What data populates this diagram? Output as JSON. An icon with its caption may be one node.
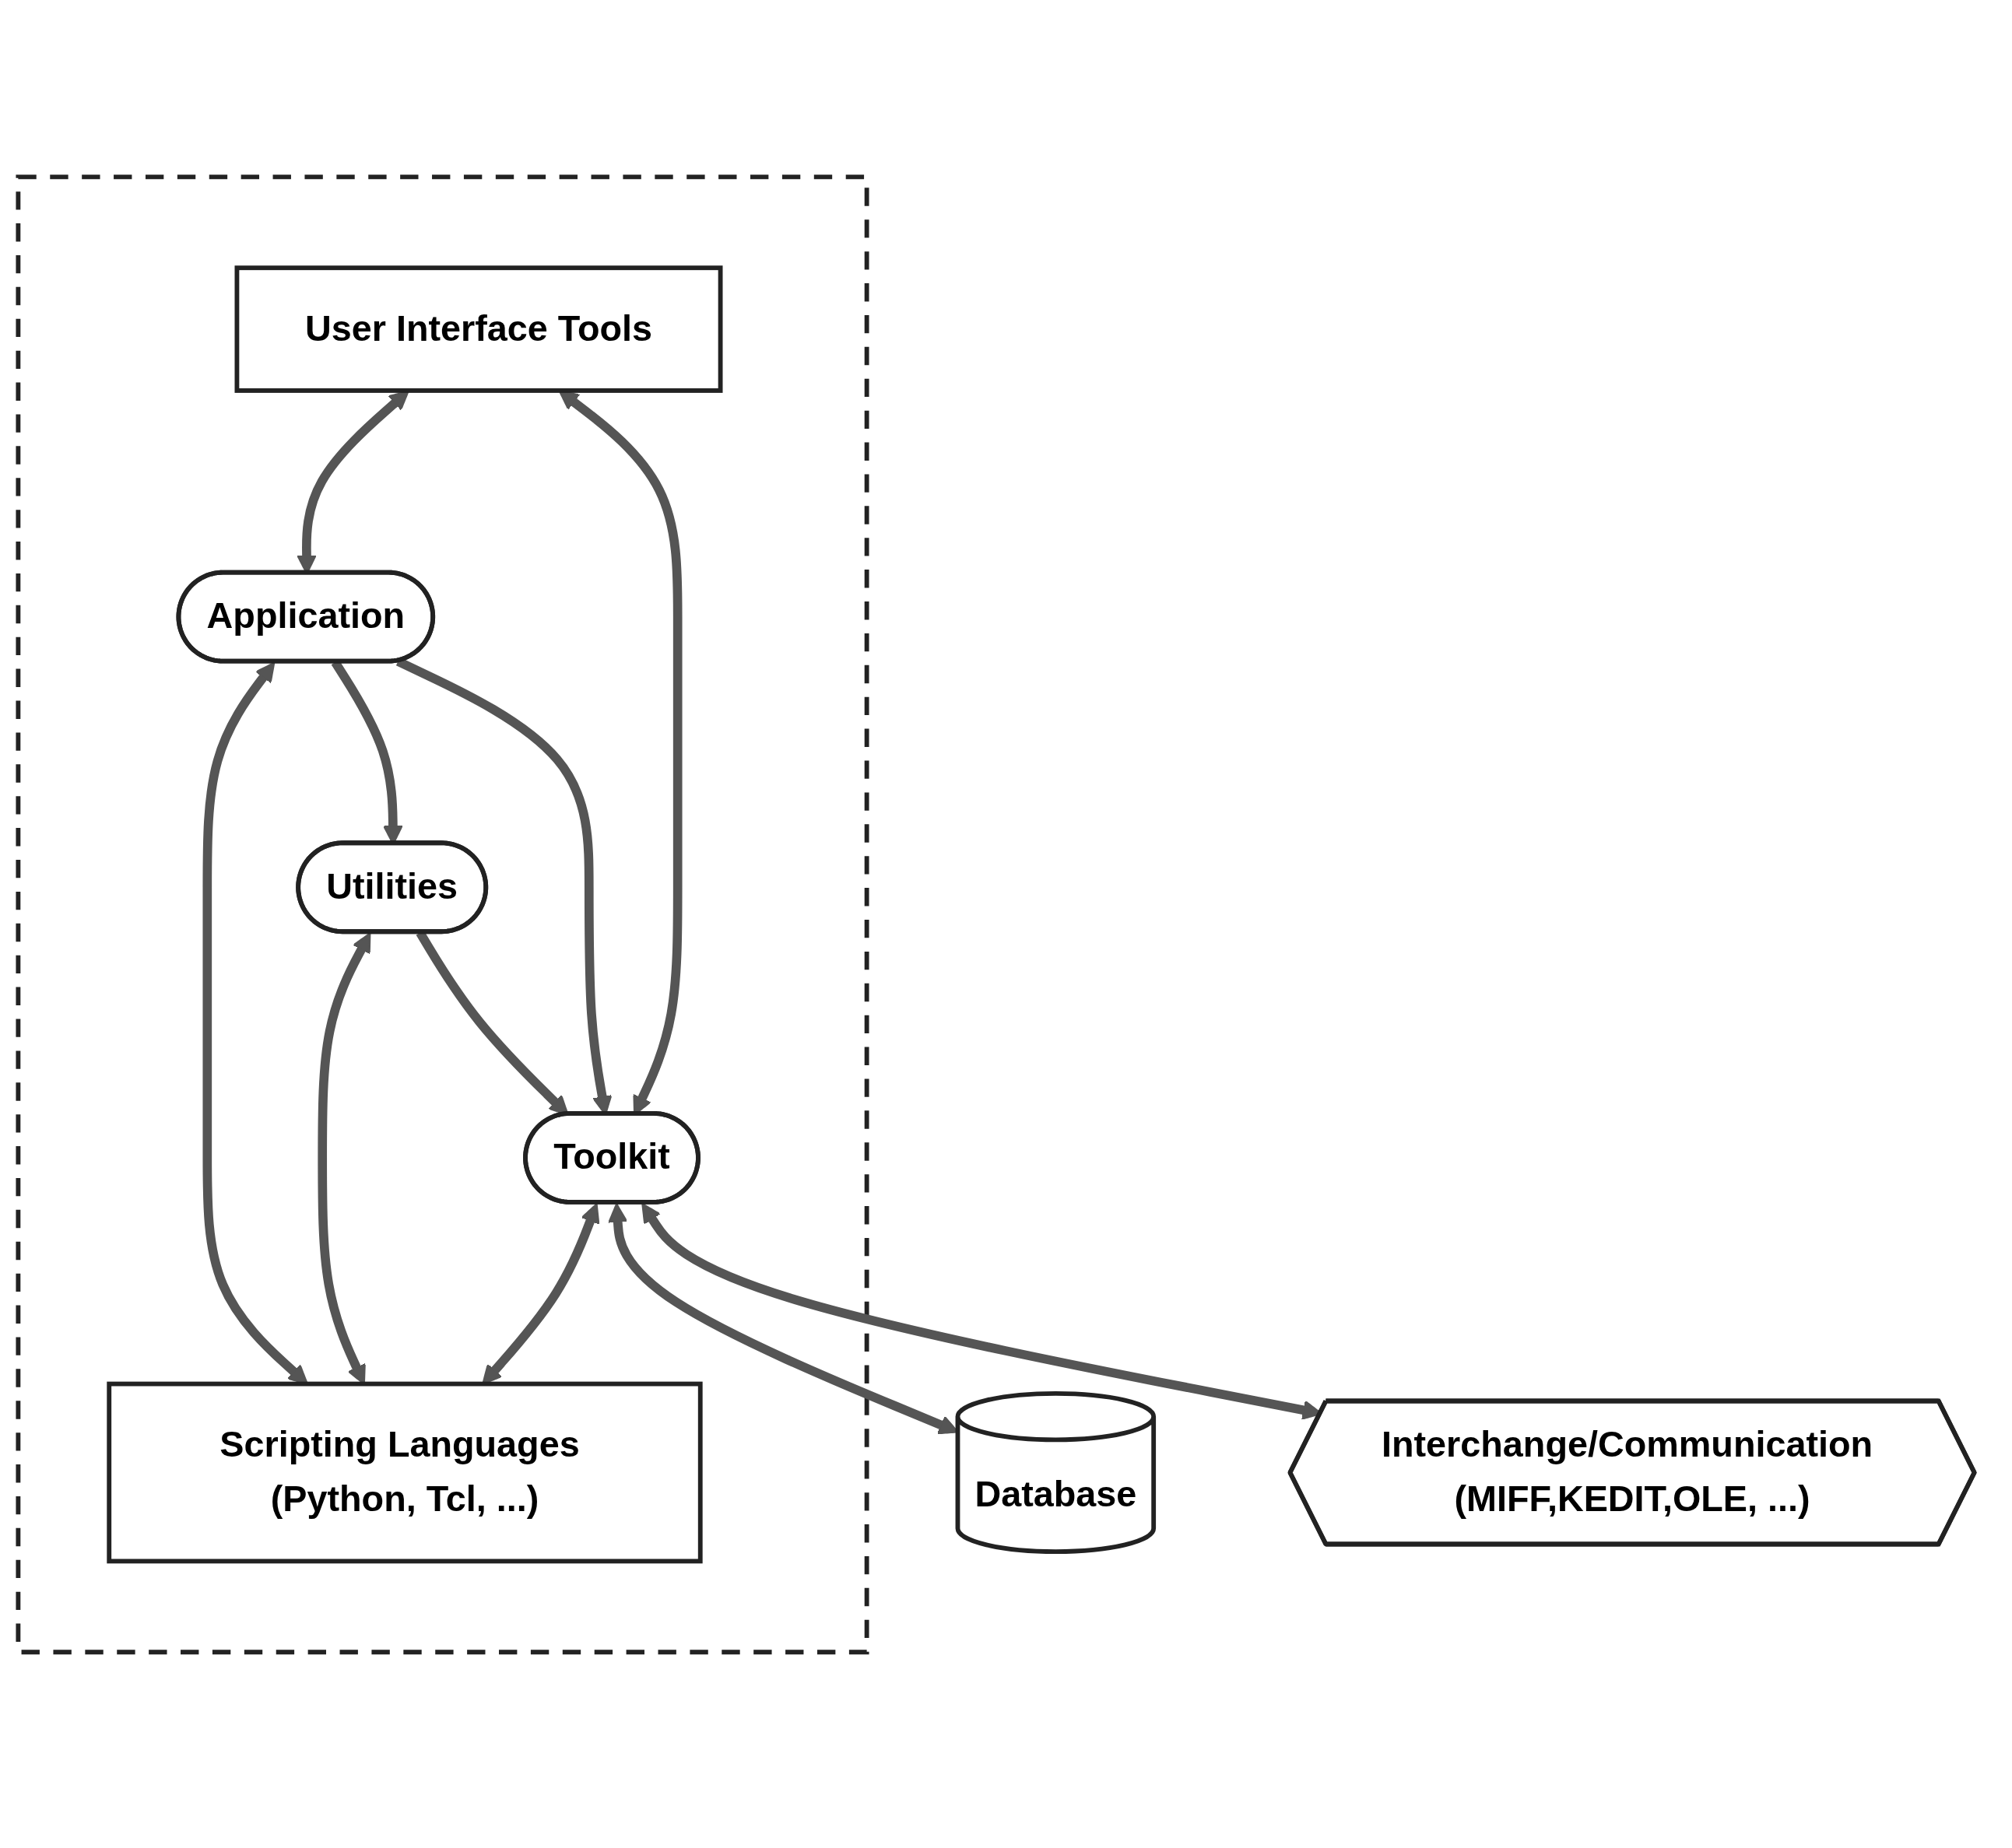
{
  "diagram": {
    "nodes": [
      {
        "text": [],
        "shape": "box"
      },
      {
        "text": [
          "User Interface Tools"
        ],
        "in": 0
      },
      {
        "text": [
          "Application"
        ],
        "in": 0
      },
      {
        "text": [
          "Scripting Languages (Python, Tcl, ...)"
        ],
        "in": 0
      },
      {
        "text": [
          "Utilities"
        ],
        "in": 0
      },
      {
        "text": [
          "Toolkit"
        ],
        "in": 0
      },
      {
        "text": [
          "Database"
        ]
      },
      {
        "text": [
          "Interchange/Communication (MIFF,KEDIT,OLE, ...)"
        ]
      }
    ],
    "edges": [
      {
        "from": 1,
        "to": 2,
        "arrow": "both"
      },
      {
        "from": 2,
        "to": 3,
        "arrow": "both"
      },
      {
        "from": 2,
        "to": 4,
        "arrow": "to"
      },
      {
        "from": 2,
        "to": 5,
        "arrow": "to"
      },
      {
        "from": 4,
        "to": 3,
        "arrow": "both"
      },
      {
        "from": 4,
        "to": 5,
        "arrow": "to"
      },
      {
        "from": 1,
        "to": 5,
        "arrow": "both"
      },
      {
        "from": 5,
        "to": 3,
        "arrow": "both"
      },
      {
        "from": 5,
        "to": 6,
        "arrow": "both"
      },
      {
        "from": 5,
        "to": 7,
        "arrow": "both"
      }
    ]
  }
}
